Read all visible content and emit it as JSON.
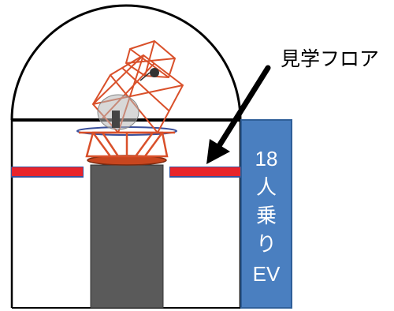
{
  "labels": {
    "observation_floor": "見学フロア",
    "elevator": [
      "18",
      "人",
      "乗",
      "り",
      "EV"
    ]
  },
  "colors": {
    "outline": "#000000",
    "floor_red": "#e8242b",
    "floor_blue": "#3a4f9a",
    "elevator_blue": "#4a7fc0",
    "elevator_edge": "#2f5f99",
    "pier_gray": "#5a5a5a",
    "telescope_orange": "#d9502a",
    "mirror_gray": "#b8b8b8",
    "background": "#ffffff"
  },
  "icons": {
    "arrow": "arrow-pointer-icon",
    "telescope": "telescope-icon"
  }
}
